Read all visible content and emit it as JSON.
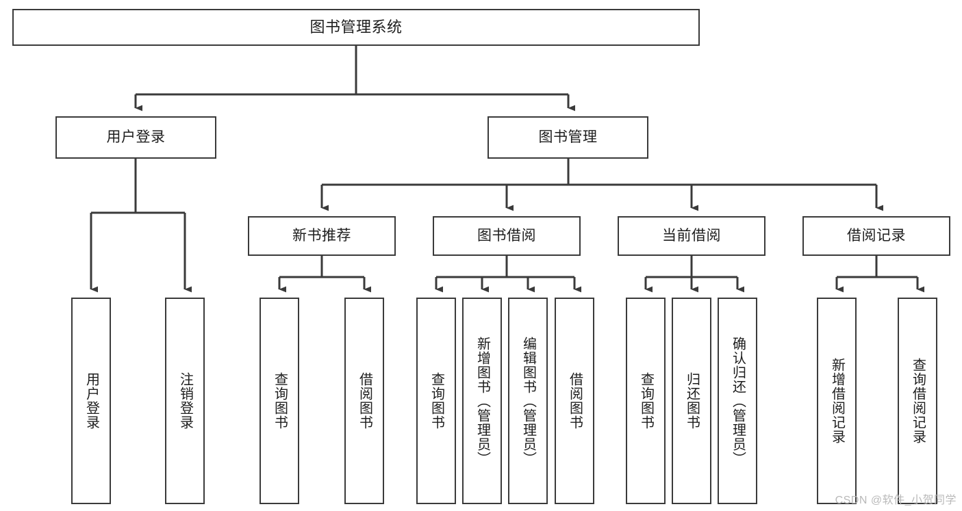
{
  "diagram": {
    "title": "图书管理系统",
    "type": "tree",
    "watermark": "CSDN @软件_小贺同学",
    "stroke_color": "#3a3a3a",
    "text_color": "#1d1d1d",
    "background_color": "#ffffff",
    "watermark_color": "#b9b9b9"
  },
  "nodes": {
    "root": {
      "label": "图书管理系统",
      "level": 1
    },
    "level2": [
      {
        "id": "user-login",
        "label": "用户登录"
      },
      {
        "id": "book-management",
        "label": "图书管理"
      }
    ],
    "level3": [
      {
        "id": "new-book-recommend",
        "label": "新书推荐"
      },
      {
        "id": "book-borrow",
        "label": "图书借阅"
      },
      {
        "id": "current-borrow",
        "label": "当前借阅"
      },
      {
        "id": "borrow-record",
        "label": "借阅记录"
      }
    ],
    "leaves": {
      "user-login": [
        {
          "id": "leaf-user-login",
          "label": "用户登录"
        },
        {
          "id": "leaf-logout-login",
          "label": "注销登录"
        }
      ],
      "new-book-recommend": [
        {
          "id": "leaf-query-book-1",
          "label": "查询图书"
        },
        {
          "id": "leaf-borrow-book-1",
          "label": "借阅图书"
        }
      ],
      "book-borrow": [
        {
          "id": "leaf-query-book-2",
          "label": "查询图书"
        },
        {
          "id": "leaf-add-book",
          "label": "新增图书（管理员）"
        },
        {
          "id": "leaf-edit-book",
          "label": "编辑图书（管理员）"
        },
        {
          "id": "leaf-borrow-book-2",
          "label": "借阅图书"
        }
      ],
      "current-borrow": [
        {
          "id": "leaf-query-book-3",
          "label": "查询图书"
        },
        {
          "id": "leaf-return-book",
          "label": "归还图书"
        },
        {
          "id": "leaf-confirm-return",
          "label": "确认归还（管理员）"
        }
      ],
      "borrow-record": [
        {
          "id": "leaf-add-record",
          "label": "新增借阅记录"
        },
        {
          "id": "leaf-query-record",
          "label": "查询借阅记录"
        }
      ]
    }
  }
}
